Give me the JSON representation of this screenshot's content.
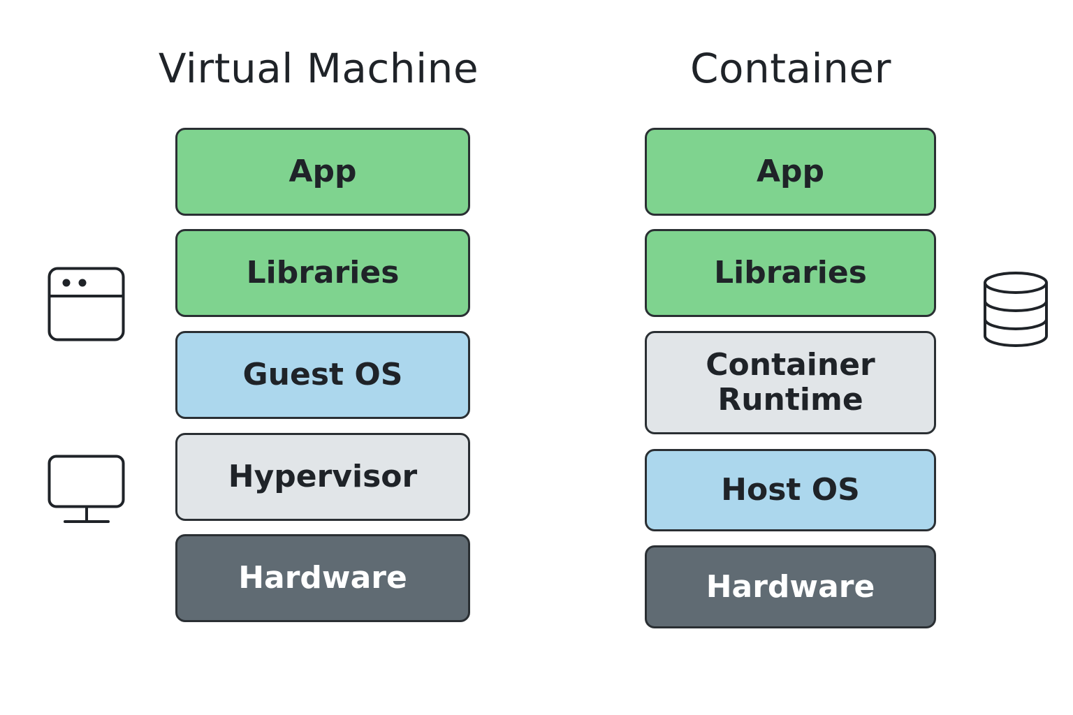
{
  "virtual_machine": {
    "title": "Virtual Machine",
    "layers": [
      "App",
      "Libraries",
      "Guest OS",
      "Hypervisor",
      "Hardware"
    ]
  },
  "container": {
    "title": "Container",
    "layers": [
      "App",
      "Libraries",
      "Container Runtime",
      "Host OS",
      "Hardware"
    ]
  },
  "icons": {
    "vm_upper": "browser-window-icon",
    "vm_lower": "monitor-icon",
    "container": "database-icon"
  },
  "colors": {
    "app_libraries": "#7fd38f",
    "os": "#acd7ed",
    "middle_layer": "#e1e5e8",
    "hardware": "#606b73",
    "border": "#2a2f33"
  }
}
